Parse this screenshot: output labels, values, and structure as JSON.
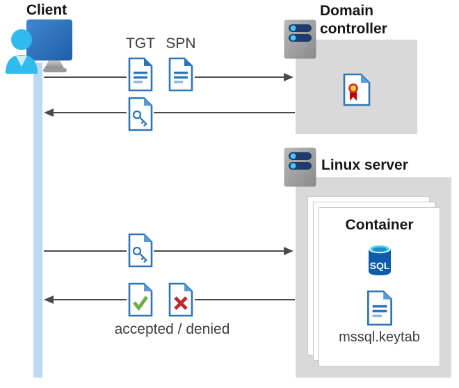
{
  "client": {
    "label": "Client"
  },
  "domain_controller": {
    "label": "Domain controller"
  },
  "linux_server": {
    "label": "Linux server"
  },
  "container": {
    "label": "Container",
    "sql_text": "SQL",
    "keytab_label": "mssql.keytab"
  },
  "flow": {
    "tgt_label": "TGT",
    "spn_label": "SPN",
    "accepted_denied_label": "accepted / denied"
  },
  "icons": {
    "client": "user-with-monitor-icon",
    "server": "server-icon",
    "ticket_document": "document-icon",
    "key_document": "key-document-icon",
    "certificate_document": "certificate-document-icon",
    "accepted_document": "check-document-icon",
    "denied_document": "cross-document-icon",
    "sql_database": "sql-database-icon"
  },
  "colors": {
    "document_blue": "#2e75b6",
    "fold_light_blue": "#5b9bd5",
    "line_light_blue": "#8fb4de",
    "client_cyan": "#2fbcec",
    "monitor_blue": "#2d74be",
    "lifeline_blue": "#bdd8f3",
    "box_gray": "#d9d9d9",
    "server_bar_navy": "#1f3b6c",
    "server_dot_cyan": "#41c8f4",
    "arrow_gray": "#4a4a4a",
    "check_green": "#70ad47",
    "cross_red": "#be2a2f",
    "ribbon_red": "#d6372e",
    "ribbon_yellow": "#ffd23b",
    "sql_body_blue": "#0e5ca9",
    "sql_top_cyan": "#49c8f2",
    "text_dark": "#3d3d3d"
  }
}
